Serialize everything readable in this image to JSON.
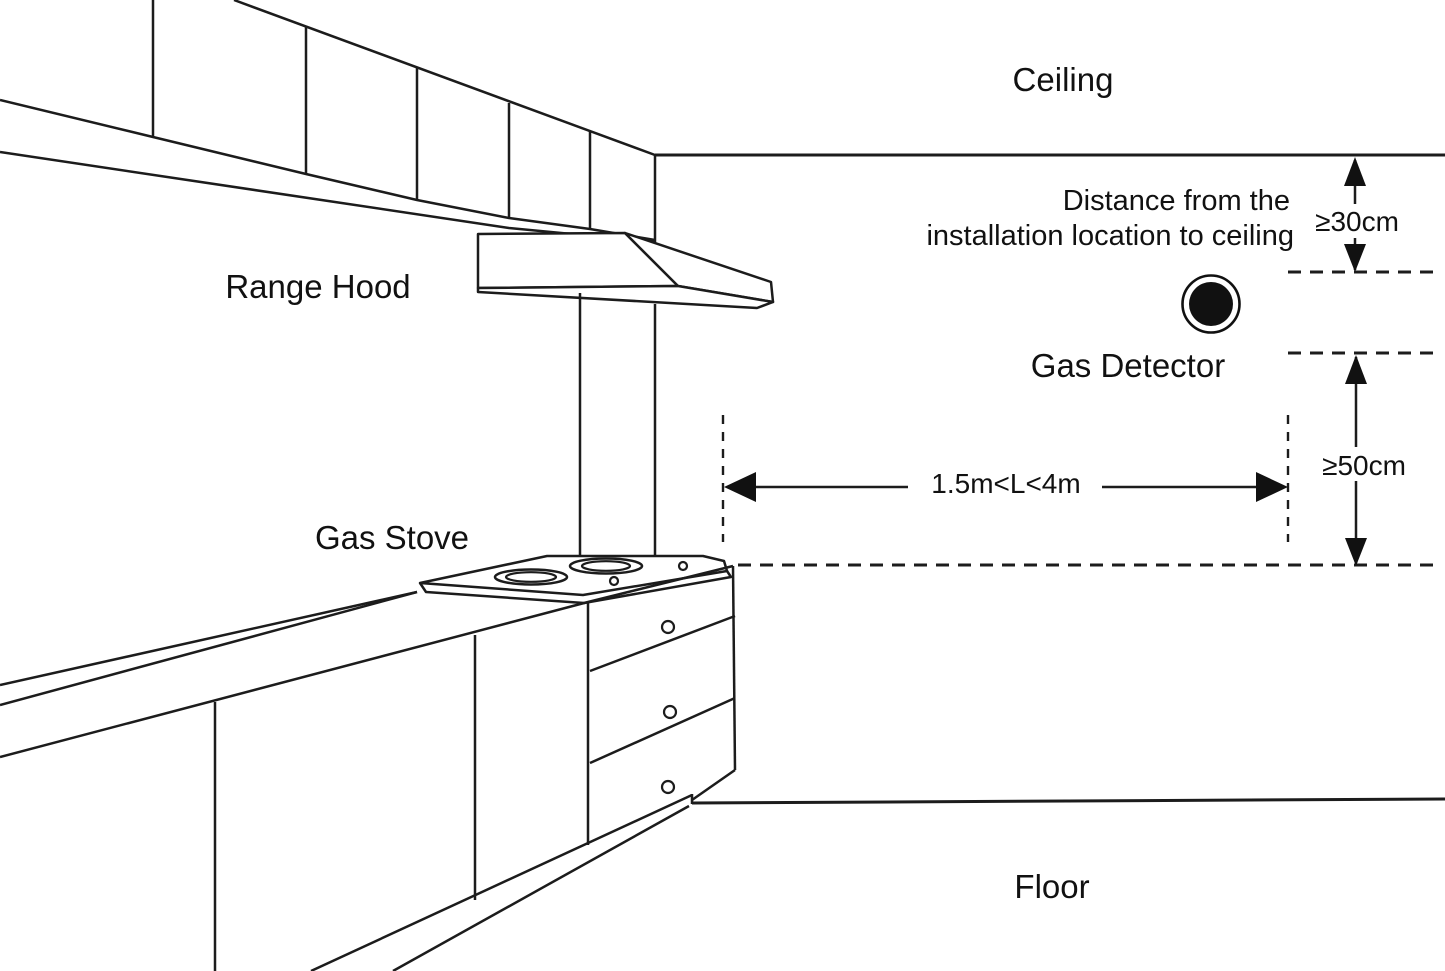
{
  "diagram": {
    "labels": {
      "ceiling": "Ceiling",
      "floor": "Floor",
      "range_hood": "Range Hood",
      "gas_stove": "Gas Stove",
      "gas_detector": "Gas Detector"
    },
    "annotations": {
      "distance_note_line1": "Distance from the",
      "distance_note_line2": "installation location to ceiling",
      "ceiling_clearance": "≥30cm",
      "height_above_stove": "≥50cm",
      "horizontal_distance": "1.5m<L<4m"
    },
    "colors": {
      "line": "#1c1c1c",
      "text": "#111111",
      "background": "#ffffff",
      "detector_fill": "#111111"
    }
  }
}
